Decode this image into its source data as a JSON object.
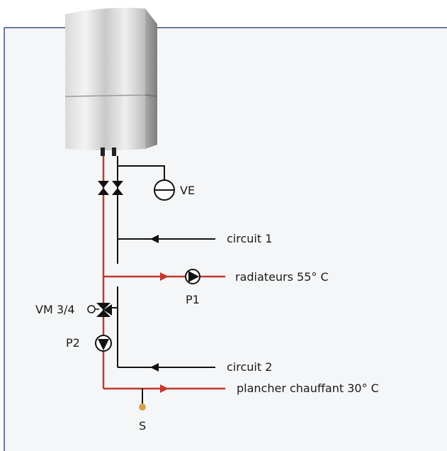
{
  "labels": {
    "ve": "VE",
    "circuit1": "circuit 1",
    "radiateurs": "radiateurs 55° C",
    "p1": "P1",
    "vm": "VM 3/4",
    "p2": "P2",
    "circuit2": "circuit 2",
    "plancher": "plancher chauffant 30° C",
    "s": "S"
  },
  "colors": {
    "frame_border": "#3a4f86",
    "panel_bg": "#f5f6f7",
    "supply_pipe": "#c0392b",
    "return_pipe": "#111111",
    "sensor": "#d4a44a"
  }
}
